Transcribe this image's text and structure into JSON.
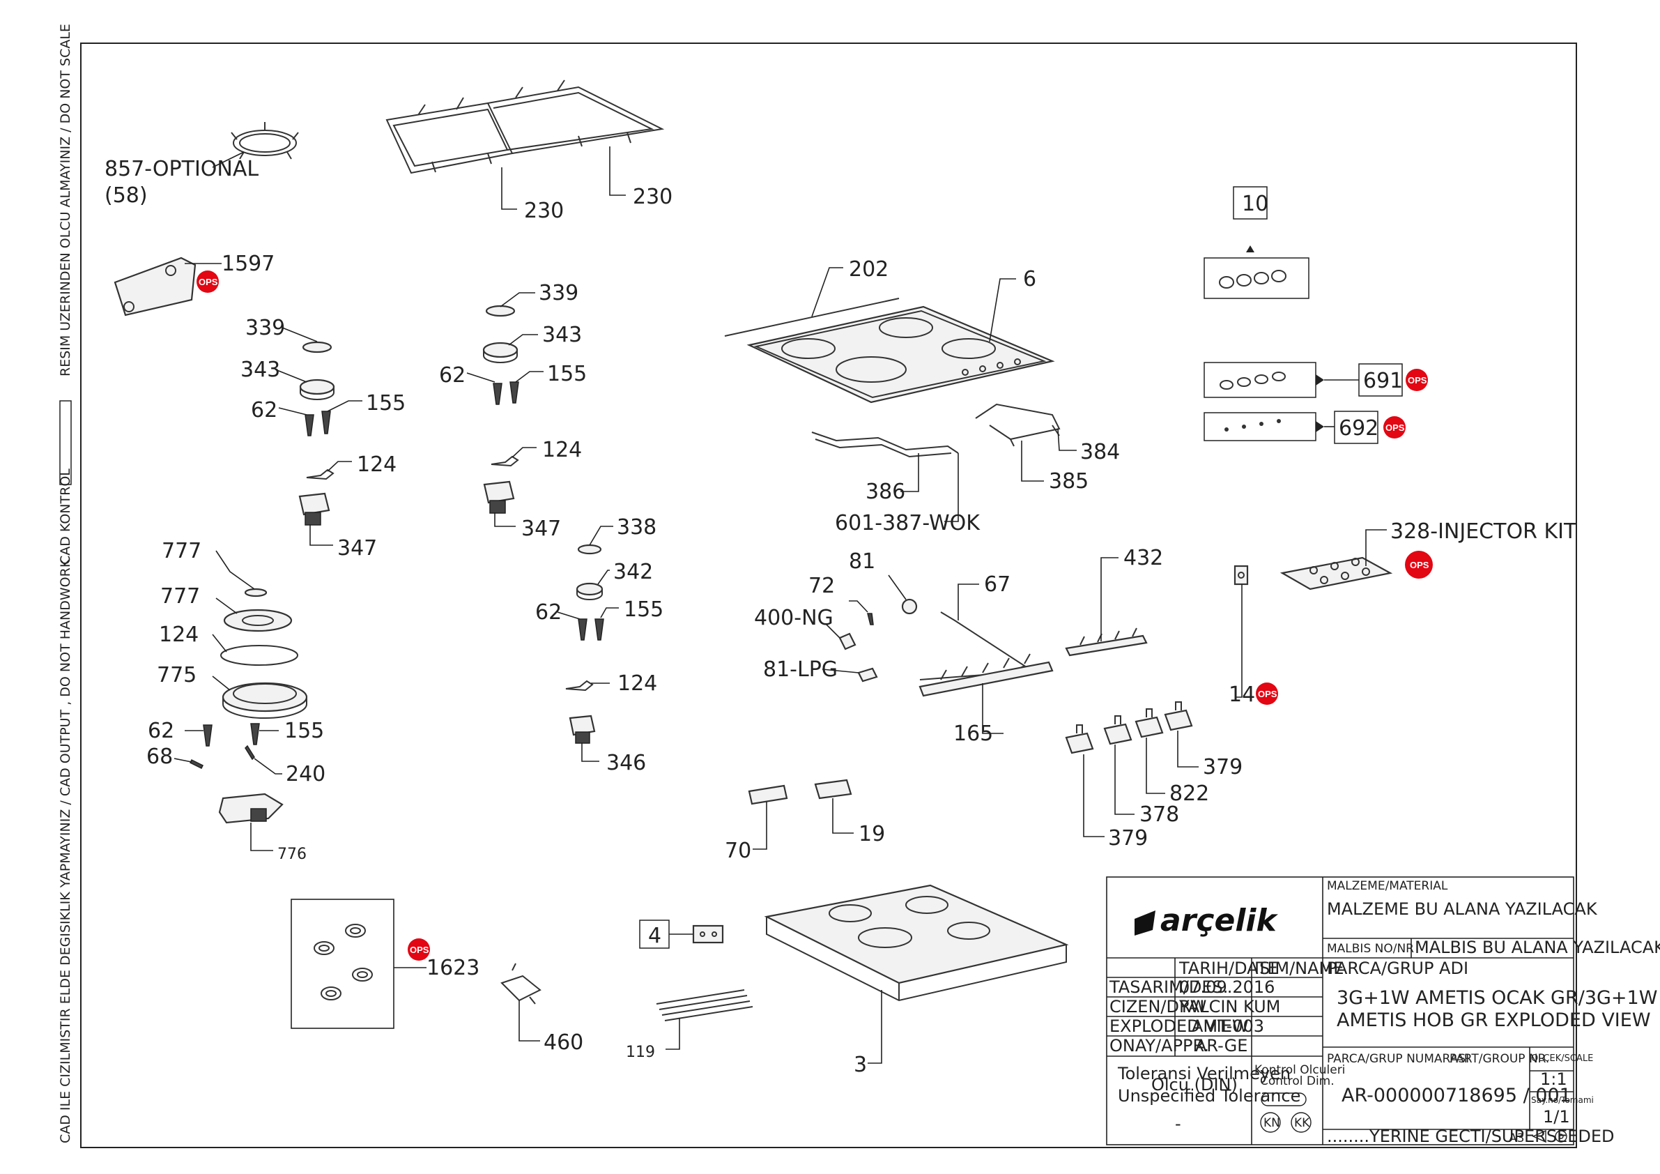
{
  "side_text": {
    "top": "RESIM UZERINDEN OLCU ALMAYINIZ / DO NOT SCALE",
    "middle": "CAD KONTROL",
    "bottom": "CAD ILE CIZILMISTIR ELDE DEGISIKLIK YAPMAYINIZ / CAD OUTPUT , DO NOT HANDWORK"
  },
  "ops_badge": "OPS",
  "labels": {
    "wok_ring": "857-OPTIONAL",
    "wok_ring_qty": "(58)",
    "grid_left": "230",
    "grid_right": "230",
    "deflector": "1597",
    "kit_box": "10",
    "glass_top_seal": "202",
    "glass_top": "6",
    "knobs_a": "691",
    "knobs_b": "692",
    "b1_cap": "339",
    "b1_head": "343",
    "b1_inj": "62",
    "b1_elec": "155",
    "b1_clip": "124",
    "b1_valve": "347",
    "b2_cap": "339",
    "b2_head": "343",
    "b2_inj": "62",
    "b2_elec": "155",
    "b2_clip": "124",
    "b2_valve": "347",
    "b3_cap": "338",
    "b3_head": "342",
    "b3_inj": "62",
    "b3_elec": "155",
    "b3_clip": "124",
    "b3_valve": "346",
    "pipe_wok": "386",
    "pipe_wok_code": "601-387-WOK",
    "pipe_b": "385",
    "pipe_c": "384",
    "injector_kit": "328-INJECTOR KIT",
    "wok_inner_cap": "777",
    "wok_outer_cap": "777",
    "wok_seal": "124",
    "wok_head": "775",
    "wok_inj": "62",
    "wok_elec": "155",
    "wok_screw": "68",
    "wok_screw2": "240",
    "wok_body": "776",
    "nozzle_81": "81",
    "nozzle_72": "72",
    "nozzle_ng": "400-NG",
    "nozzle_lpg": "81-LPG",
    "gas_rail": "67",
    "rail_bracket": "165",
    "switch_bar": "432",
    "bracket_140": "140",
    "valve_379a": "379",
    "valve_378": "378",
    "valve_822": "822",
    "valve_379b": "379",
    "ignitor": "70",
    "connector": "19",
    "foot_1623": "1623",
    "clamp": "460",
    "label_4": "4",
    "spring_119": "119",
    "body_3": "3"
  },
  "title_block": {
    "brand": "arçelik",
    "material_hdr": "MALZEME/MATERIAL",
    "material_val": "MALZEME BU ALANA YAZILACAK",
    "malbis_hdr": "MALBIS NO/NR",
    "malbis_val": "MALBIS BU ALANA YAZILACAK",
    "date_hdr": "TARIH/DATE",
    "name_hdr": "ISIM/NAME",
    "group_name_hdr": "PARCA/GRUP ADI",
    "design_lbl": "TASARIM/DES.",
    "design_val": "07.09.2016",
    "drw_lbl": "CIZEN/DRW",
    "drw_val": "YALCIN KUM",
    "view_lbl": "EXPLODED VIEW",
    "view_val": "AMT-003",
    "appr_lbl": "ONAY/APPR.",
    "appr_val": "AR-GE",
    "title_line1": "3G+1W AMETIS OCAK GR/3G+1W",
    "title_line2": "AMETIS HOB GR EXPLODED VIEW",
    "group_no_hdr": "PARCA/GRUP NUMARASI",
    "part_no_hdr": "PART/GROUP NR.",
    "scale_hdr": "OLCEK/SCALE",
    "scale_val": "1:1",
    "part_number": "AR-000000718695 / 001",
    "sheet_hdr": "Say.no/Tomami",
    "sheet_val": "1/1",
    "tol1": "Toleransi Verilmeyen",
    "tol2": "Olcu (DIN)",
    "tol3": "Unspecified Tolerance",
    "tol4": "-",
    "ctrl1": "Kontrol Olculeri",
    "ctrl2": "Control Dim.",
    "kn": "KN",
    "kk": "KK",
    "superseded": "........YERINE GECTI/SUPERSEEDED",
    "paper": "A3"
  }
}
